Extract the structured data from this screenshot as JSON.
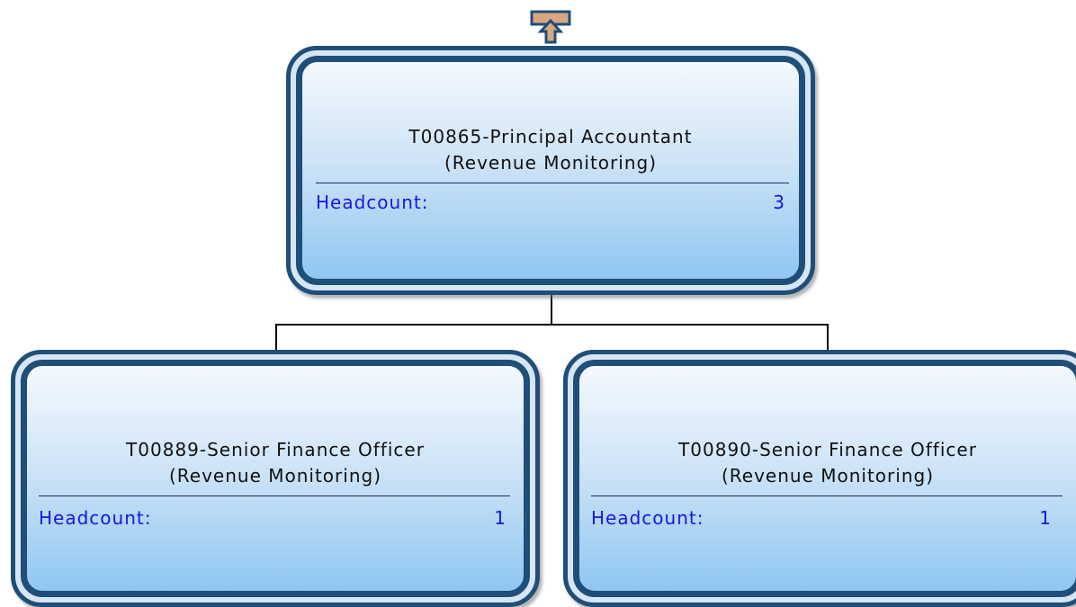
{
  "chart": {
    "root": {
      "title_line1": "T00865-Principal Accountant",
      "title_line2": "(Revenue Monitoring)",
      "metric_label": "Headcount:",
      "metric_value": "3"
    },
    "children": [
      {
        "title_line1": "T00889-Senior Finance Officer",
        "title_line2": "(Revenue Monitoring)",
        "metric_label": "Headcount:",
        "metric_value": "1"
      },
      {
        "title_line1": "T00890-Senior Finance Officer",
        "title_line2": "(Revenue Monitoring)",
        "metric_label": "Headcount:",
        "metric_value": "1"
      }
    ]
  },
  "colors": {
    "node_border": "#1f4e79",
    "node_fill_top": "#f4f9fe",
    "node_fill_bottom": "#8fc7f2",
    "metric_text": "#1a14e6",
    "up_arrow_fill": "#d9a77f"
  },
  "icons": {
    "navigate_up": "arrow-up-icon"
  }
}
